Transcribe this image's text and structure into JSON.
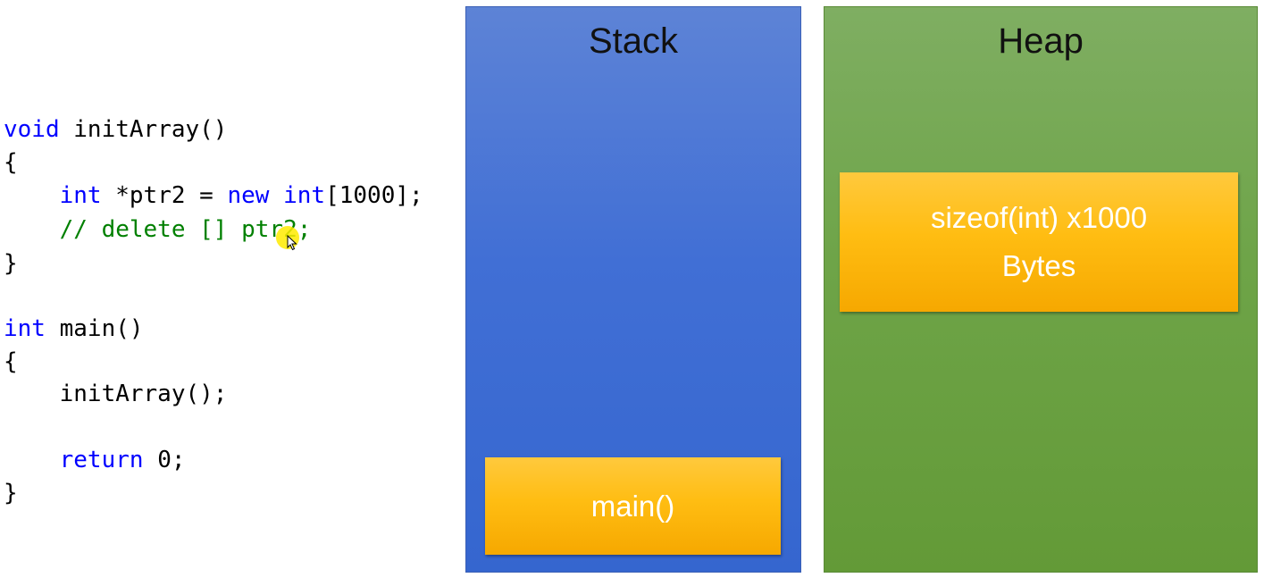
{
  "code": {
    "lines": [
      [
        {
          "t": "void",
          "c": "kw"
        },
        {
          "t": " initArray()",
          "c": ""
        }
      ],
      [
        {
          "t": "{",
          "c": ""
        }
      ],
      [
        {
          "t": "    ",
          "c": ""
        },
        {
          "t": "int",
          "c": "kw"
        },
        {
          "t": " *ptr2 = ",
          "c": ""
        },
        {
          "t": "new",
          "c": "kw"
        },
        {
          "t": " ",
          "c": ""
        },
        {
          "t": "int",
          "c": "kw"
        },
        {
          "t": "[1000];",
          "c": ""
        }
      ],
      [
        {
          "t": "    // delete [] ptr2;",
          "c": "cm"
        }
      ],
      [
        {
          "t": "}",
          "c": ""
        }
      ],
      [
        {
          "t": "",
          "c": ""
        }
      ],
      [
        {
          "t": "int",
          "c": "kw"
        },
        {
          "t": " main()",
          "c": ""
        }
      ],
      [
        {
          "t": "{",
          "c": ""
        }
      ],
      [
        {
          "t": "    initArray();",
          "c": ""
        }
      ],
      [
        {
          "t": "",
          "c": ""
        }
      ],
      [
        {
          "t": "    ",
          "c": ""
        },
        {
          "t": "return",
          "c": "kw"
        },
        {
          "t": " 0;",
          "c": ""
        }
      ],
      [
        {
          "t": "}",
          "c": ""
        }
      ]
    ],
    "colors": {
      "keyword": "#0000ff",
      "comment": "#008000",
      "text": "#000000"
    }
  },
  "stack": {
    "title": "Stack",
    "color": "#416fd5",
    "frames": [
      "main()"
    ]
  },
  "heap": {
    "title": "Heap",
    "color": "#6ea448",
    "blocks": [
      {
        "line1": "sizeof(int) x1000",
        "line2": "Bytes"
      }
    ]
  },
  "block_color": "#ffbd12",
  "icons": [
    "mouse-pointer-icon"
  ]
}
